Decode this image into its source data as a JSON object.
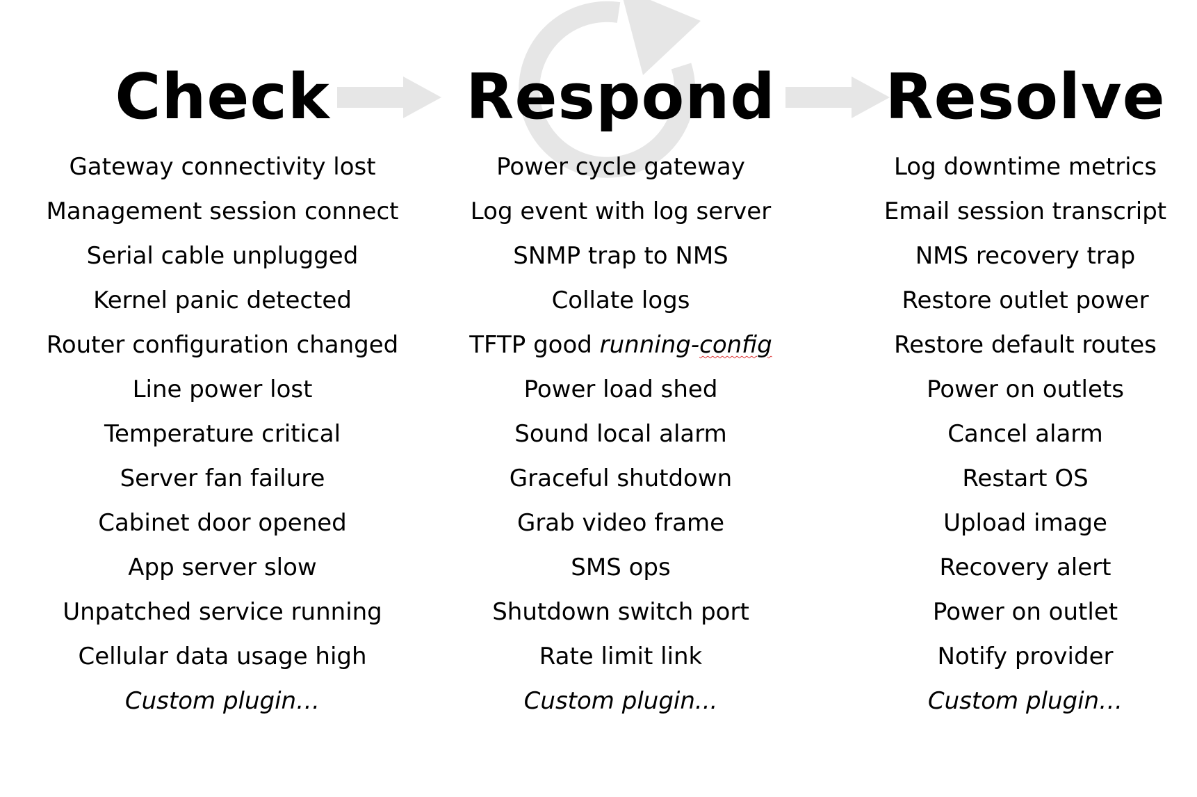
{
  "columns": [
    {
      "title": "Check",
      "items": [
        "Gateway connectivity lost",
        "Management session connect",
        "Serial cable unplugged",
        "Kernel panic detected",
        "Router configuration changed",
        "Line power lost",
        "Temperature critical",
        "Server fan failure",
        "Cabinet door opened",
        "App server slow",
        "Unpatched service running",
        "Cellular data usage high",
        "Custom plugin…"
      ]
    },
    {
      "title": "Respond",
      "items": [
        "Power cycle gateway",
        "Log event with log server",
        "SNMP trap to NMS",
        "Collate logs",
        "TFTP good ",
        "Power load shed",
        "Sound local alarm",
        "Graceful shutdown",
        "Grab video frame",
        "SMS ops",
        "Shutdown switch port",
        "Rate limit link",
        "Custom plugin..."
      ],
      "tftp_emphasis_part1": "running-",
      "tftp_emphasis_part2": "config"
    },
    {
      "title": "Resolve",
      "items": [
        "Log downtime metrics",
        "Email session transcript",
        "NMS recovery trap",
        "Restore outlet power",
        "Restore default routes",
        "Power on outlets",
        "Cancel alarm",
        "Restart OS",
        "Upload image",
        "Recovery alert",
        "Power on outlet",
        "Notify provider",
        "Custom plugin…"
      ]
    }
  ],
  "colors": {
    "text": "#000000",
    "arrow": "#e6e6e6",
    "cycle_icon": "#e6e6e6",
    "spellcheck_underline": "#dd3333"
  },
  "icons": {
    "background": "refresh-cycle-icon",
    "connector": "right-arrow-icon"
  }
}
